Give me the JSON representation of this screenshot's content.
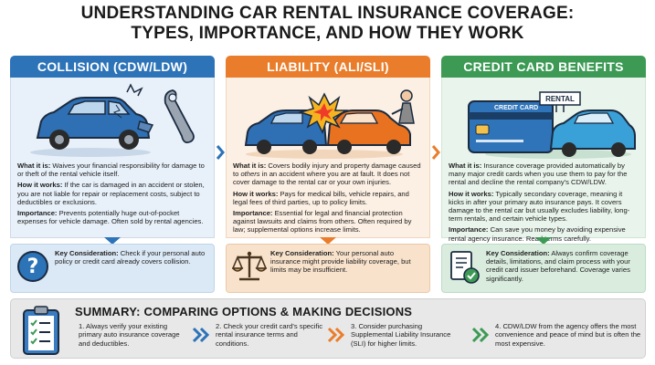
{
  "title": {
    "line1": "UNDERSTANDING CAR RENTAL INSURANCE COVERAGE:",
    "line2": "TYPES, IMPORTANCE, AND HOW THEY WORK"
  },
  "colors": {
    "blue": "#2c73b8",
    "orange": "#ea7d2b",
    "green": "#3c9a55"
  },
  "columns": [
    {
      "heading": "COLLISION (CDW/LDW)",
      "illustration": "damaged-car-wrench-icon",
      "what_label": "What it is:",
      "what_text": " Waives your financial responsibility for damage to or theft of the rental vehicle itself.",
      "how_label": "How it works:",
      "how_text": " If the car is damaged in an accident or stolen, you are not liable for repair or replacement costs, subject to deductibles or exclusions.",
      "imp_label": "Importance:",
      "imp_text": " Prevents potentially huge out-of-pocket expenses for vehicle damage. Often sold by rental agencies.",
      "consider_label": "Key Consideration:",
      "consider_text": " Check if your personal auto policy or credit card already covers collision.",
      "consider_icon": "question-icon"
    },
    {
      "heading": "LIABILITY (ALI/SLI)",
      "illustration": "car-collision-icon",
      "what_label": "What it is:",
      "what_text_a": " Covers bodily injury and property damage caused to ",
      "what_text_em": "others",
      "what_text_b": " in an accident where you are at fault. It does not cover damage to the rental car or your own injuries.",
      "how_label": "How it works:",
      "how_text": " Pays for medical bills, vehicle repairs, and legal fees of third parties, up to policy limits.",
      "imp_label": "Importance:",
      "imp_text": " Essential for legal and financial protection against lawsuits and claims from others. Often required by law; supplemental options increase limits.",
      "consider_label": "Key Consideration:",
      "consider_text": " Your personal auto insurance might provide liability coverage, but limits may be insufficient.",
      "consider_icon": "scales-icon"
    },
    {
      "heading": "CREDIT CARD BENEFITS",
      "illustration": "credit-card-rental-icon",
      "card_label": "CREDIT CARD",
      "rental_sign": "RENTAL",
      "what_label": "What it is:",
      "what_text": " Insurance coverage provided automatically by many major credit cards when you use them to pay for the rental and decline the rental company's CDW/LDW.",
      "how_label": "How it works:",
      "how_text": " Typically secondary coverage, meaning it kicks in after your primary auto insurance pays. It covers damage to the rental car but usually excludes liability, long-term rentals, and certain vehicle types.",
      "imp_label": "Importance:",
      "imp_text": " Can save you money by avoiding expensive rental agency insurance. Read terms carefully.",
      "consider_label": "Key Consideration:",
      "consider_text": " Always confirm coverage details, limitations, and claim process with your credit card issuer beforehand. Coverage varies significantly.",
      "consider_icon": "document-check-icon"
    }
  ],
  "summary": {
    "title": "SUMMARY: COMPARING OPTIONS & MAKING DECISIONS",
    "icon": "checklist-clipboard-icon",
    "steps": [
      "1. Always verify your existing primary auto insurance coverage and deductibles.",
      "2. Check your credit card's specific rental insurance terms and conditions.",
      "3. Consider purchasing Supplemental Liability Insurance (SLI) for higher limits.",
      "4. CDW/LDW from the agency offers the most convenience and peace of mind but is often the most expensive."
    ]
  }
}
